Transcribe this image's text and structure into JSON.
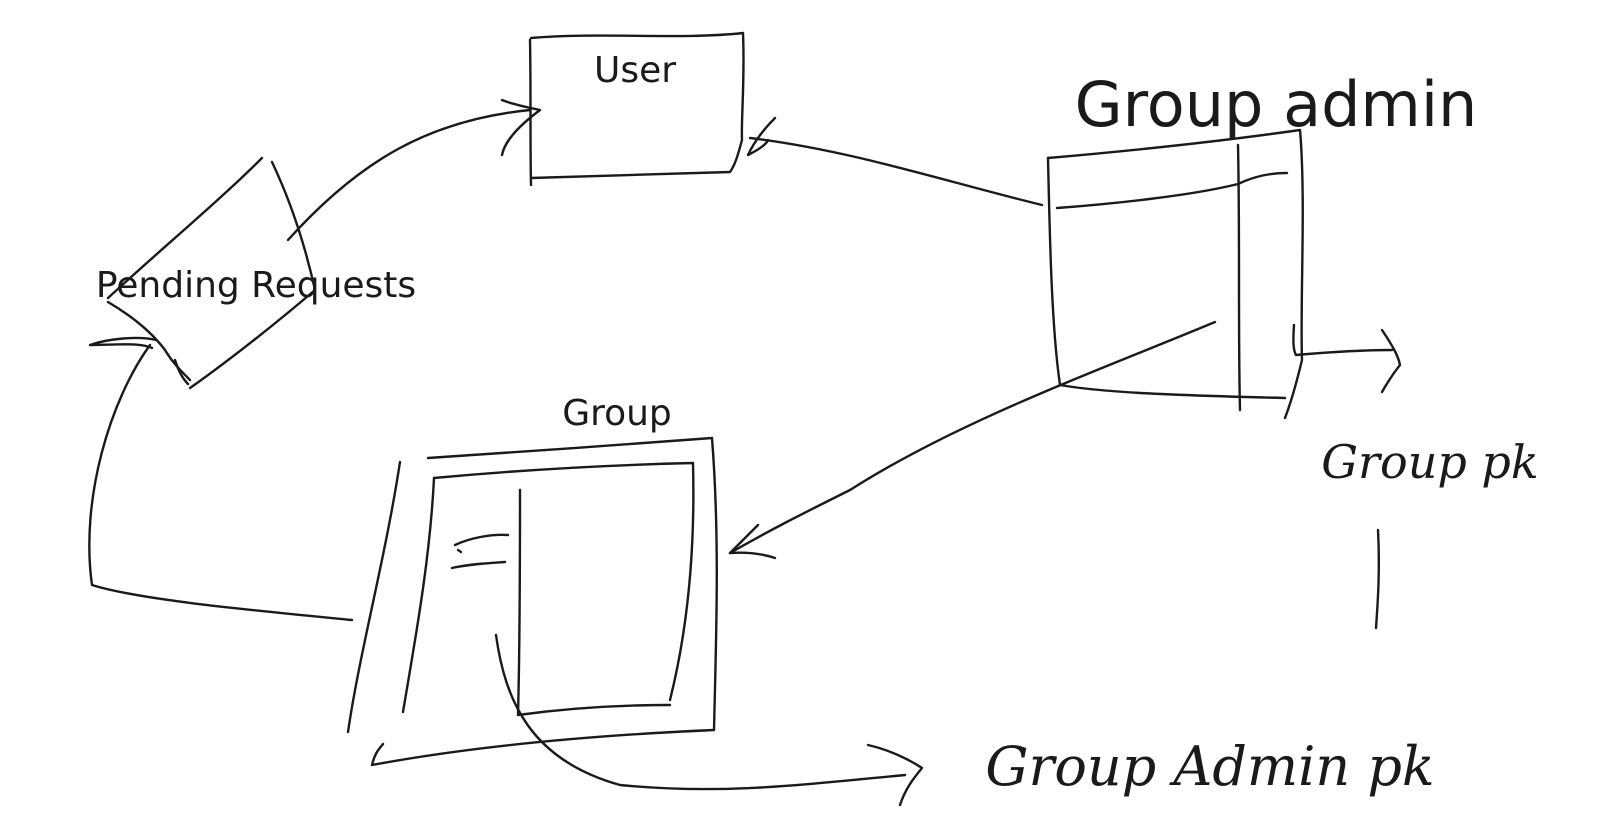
{
  "labels": {
    "user": "User",
    "group_admin": "Group admin",
    "pending_requests": "Pending Requests",
    "group": "Group"
  },
  "annotations": {
    "group_pk": "Group pk",
    "group_admin_pk": "Group Admin pk"
  }
}
